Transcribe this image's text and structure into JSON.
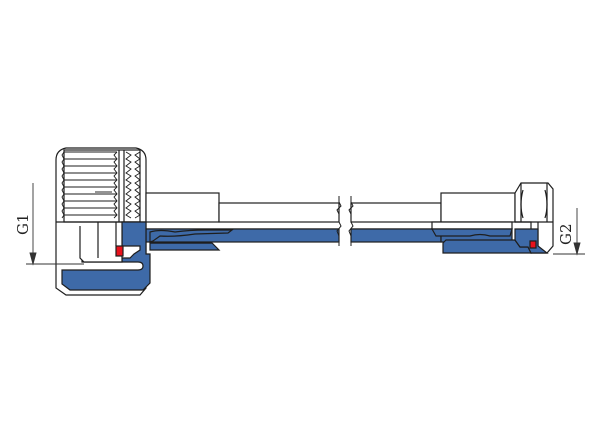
{
  "diagram": {
    "type": "technical cross-section drawing",
    "subject": "flexible hose assembly with knurled nut and hex nut fittings",
    "labels": {
      "left_dimension": "G1",
      "right_dimension": "G2"
    },
    "colors": {
      "hose_fill": "#3e6aa8",
      "seal": "#e8121c",
      "outline": "#1e1e1e",
      "metal_fill": "#ffffff",
      "dimension_line": "#333333"
    },
    "parts": [
      {
        "id": "knurled-nut",
        "side": "left"
      },
      {
        "id": "left-ferrule",
        "side": "left"
      },
      {
        "id": "hose-outer-braid",
        "side": "center"
      },
      {
        "id": "hose-inner-tube",
        "side": "center"
      },
      {
        "id": "break-marks",
        "side": "center"
      },
      {
        "id": "right-ferrule",
        "side": "right"
      },
      {
        "id": "hex-nut",
        "side": "right"
      },
      {
        "id": "left-seal",
        "side": "left"
      },
      {
        "id": "right-seal",
        "side": "right"
      }
    ]
  }
}
